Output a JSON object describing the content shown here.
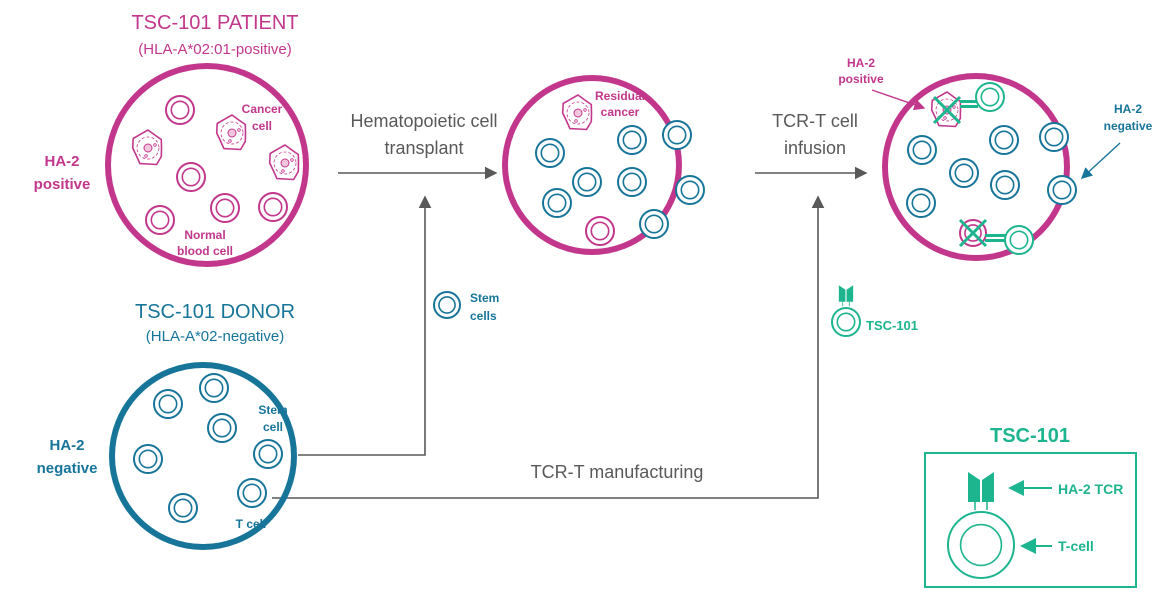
{
  "colors": {
    "patient": "#c2378c",
    "donor": "#17759a",
    "tcell": "#1db58e",
    "arrow": "#595959"
  },
  "patient": {
    "title": "TSC-101 PATIENT",
    "subtitle": "(HLA-A*02:01-positive)",
    "side_label": [
      "HA-2",
      "positive"
    ],
    "cancer_label": [
      "Cancer",
      "cell"
    ],
    "normal_label": [
      "Normal",
      "blood cell"
    ]
  },
  "donor": {
    "title": "TSC-101 DONOR",
    "subtitle": "(HLA-A*02-negative)",
    "side_label": [
      "HA-2",
      "negative"
    ],
    "stem_label": [
      "Stem",
      "cell"
    ],
    "tcell_label": "T cell"
  },
  "steps": {
    "transplant": [
      "Hematopoietic cell",
      "transplant"
    ],
    "infusion": [
      "TCR-T cell",
      "infusion"
    ],
    "manufacturing": "TCR-T manufacturing"
  },
  "post_transplant": {
    "residual_label": [
      "Residual",
      "cancer"
    ]
  },
  "stem_cells_label": [
    "Stem",
    "cells"
  ],
  "tsc101_label": "TSC-101",
  "post_infusion": {
    "positive_label": [
      "HA-2",
      "positive"
    ],
    "negative_label": [
      "HA-2",
      "negative"
    ]
  },
  "legend": {
    "title": "TSC-101",
    "tcr_label": "HA-2 TCR",
    "tcell_label": "T-cell"
  }
}
